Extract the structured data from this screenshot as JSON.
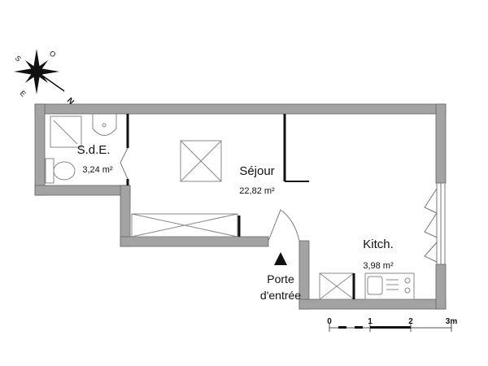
{
  "rooms": {
    "sde": {
      "name": "S.d.E.",
      "area": "3,24 m²"
    },
    "sejour": {
      "name": "Séjour",
      "area": "22,82 m²"
    },
    "kitchen": {
      "name": "Kitch.",
      "area": "3,98 m²"
    }
  },
  "entrance": {
    "line1": "Porte",
    "line2": "d'entrée"
  },
  "compass": {
    "n": "N",
    "s": "S",
    "e": "E",
    "o": "O"
  },
  "scale": {
    "labels": [
      "0",
      "1",
      "2",
      "3m"
    ]
  },
  "colors": {
    "wall": "#a3a3a3",
    "partition": "#111111",
    "fixture": "#888888"
  }
}
